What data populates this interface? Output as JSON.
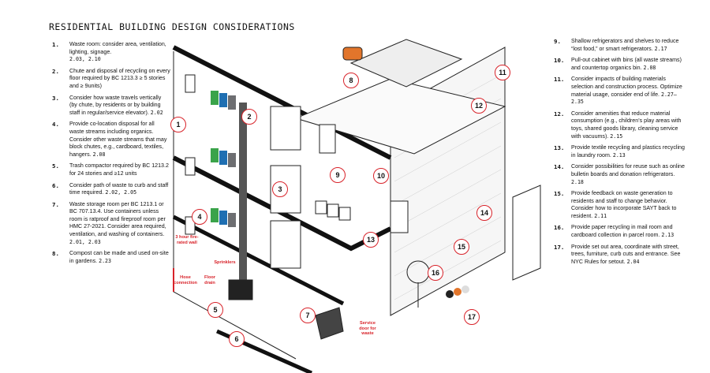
{
  "title": "RESIDENTIAL BUILDING DESIGN CONSIDERATIONS",
  "left_items": [
    {
      "num": "1.",
      "text": "Waste room: consider area, ventilation, lighting, signage.",
      "ref": "2.03, 2.10"
    },
    {
      "num": "2.",
      "text": "Chute and disposal of recycling on every floor required by BC 1213.3 ≥ 5 stories and ≥ 9units)",
      "ref": ""
    },
    {
      "num": "3.",
      "text": "Consider how waste travels vertically (by chute, by residents or by building staff in regular/service elevator).",
      "ref": "2.02"
    },
    {
      "num": "4.",
      "text": "Provide co-location disposal for all waste streams including organics. Consider other waste streams that may block chutes, e.g., cardboard, textiles, hangers.",
      "ref": "2.08"
    },
    {
      "num": "5.",
      "text": "Trash compactor required by BC 1213.2 for 24 stories and ≥12 units",
      "ref": ""
    },
    {
      "num": "6.",
      "text": "Consider path of waste to curb and staff time required.",
      "ref": "2.02, 2.05"
    },
    {
      "num": "7.",
      "text": "Waste storage room per BC 1213.1 or BC 707.13.4. Use containers unless room is ratproof and fireproof room per HMC 27-2021. Consider area required, ventilation, and washing of containers.",
      "ref": "2.01, 2.03"
    },
    {
      "num": "8.",
      "text": "Compost can be made and used on-site in gardens.",
      "ref": "2.23"
    }
  ],
  "right_items": [
    {
      "num": "9.",
      "text": "Shallow refrigerators and shelves to reduce “lost food,” or smart refrigerators.",
      "ref": "2.17"
    },
    {
      "num": "10.",
      "text": "Pull-out cabinet with bins (all waste streams) and countertop organics bin.",
      "ref": "2.08"
    },
    {
      "num": "11.",
      "text": "Consider impacts of building materials selection and construction process. Optimize material usage, consider end of life.",
      "ref": "2.27–2.35"
    },
    {
      "num": "12.",
      "text": "Consider amenities that reduce material consumption (e.g., children’s play areas with toys, shared goods library, cleaning service with vacuums).",
      "ref": "2.15"
    },
    {
      "num": "13.",
      "text": "Provide textile recycling and plastics recycling in laundry room.",
      "ref": "2.13"
    },
    {
      "num": "14.",
      "text": "Consider possibilities for reuse such as online bulletin boards and donation refrigerators.",
      "ref": "2.18"
    },
    {
      "num": "15.",
      "text": "Provide feedback on waste generation to residents and staff to change behavior. Consider how to incorporate SAYT back to resident.",
      "ref": "2.11"
    },
    {
      "num": "16.",
      "text": "Provide paper recycling in mail room and cardboard collection in parcel room.",
      "ref": "2.13"
    },
    {
      "num": "17.",
      "text": "Provide set out area, coordinate with street, trees, furniture, curb cuts and entrance. See NYC Rules for setout.",
      "ref": "2.04"
    }
  ],
  "markers": [
    "1",
    "2",
    "3",
    "4",
    "5",
    "6",
    "7",
    "8",
    "9",
    "10",
    "11",
    "12",
    "13",
    "14",
    "15",
    "16",
    "17"
  ],
  "red_labels": {
    "wall": "3 hour fire-rated wall",
    "sprinklers": "Sprinklers",
    "hose": "Hose connection",
    "drain": "Floor drain",
    "service_door": "Service door for waste"
  },
  "colors": {
    "marker_ring": "#d8232a",
    "bin_green": "#3aa34a",
    "bin_blue": "#1f6fb2",
    "bin_gray": "#6d6e71",
    "accent_orange": "#e2752b"
  }
}
